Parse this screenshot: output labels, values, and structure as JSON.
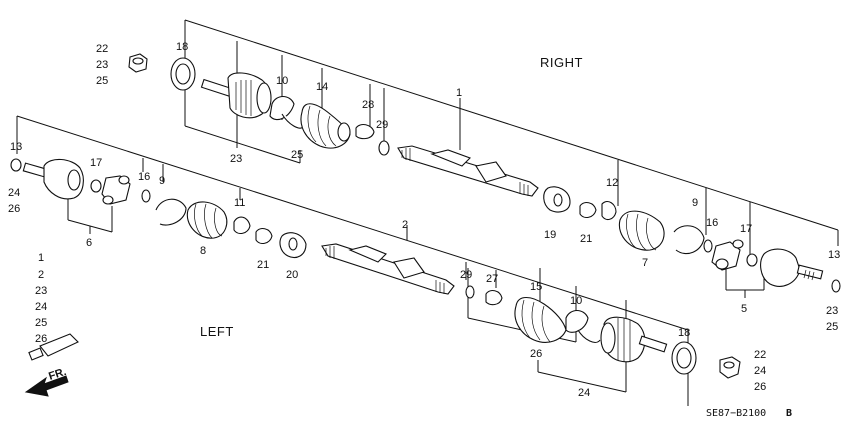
{
  "labels": {
    "right": "RIGHT",
    "left": "LEFT",
    "fr": "FR.",
    "code": "SE87−B2100",
    "code_suffix": "B"
  },
  "legend_list": [
    "1",
    "2",
    "23",
    "24",
    "25",
    "26"
  ],
  "callouts": {
    "nut_right": [
      "22",
      "23",
      "25"
    ],
    "nut_left": [
      "22",
      "24",
      "26"
    ],
    "n1": "1",
    "n2": "2",
    "n5": "5",
    "n6": "6",
    "n7": "7",
    "n8": "8",
    "n9a": "9",
    "n9b": "9",
    "n10a": "10",
    "n10b": "10",
    "n11": "11",
    "n12": "12",
    "n13a": "13",
    "n13b": "13",
    "n14": "14",
    "n15": "15",
    "n16a": "16",
    "n16b": "16",
    "n17a": "17",
    "n17b": "17",
    "n18a": "18",
    "n18b": "18",
    "n19": "19",
    "n20": "20",
    "n21a": "21",
    "n21b": "21",
    "n23a": "23",
    "n23b": "23",
    "n24a": "24",
    "n24b": "24",
    "n25a": "25",
    "n25b": "25",
    "n26a": "26",
    "n26b": "26",
    "n27": "27",
    "n28": "28",
    "n29a": "29",
    "n29b": "29"
  },
  "colors": {
    "ink": "#111111",
    "paper": "#ffffff",
    "shade": "#d9d9d9"
  }
}
